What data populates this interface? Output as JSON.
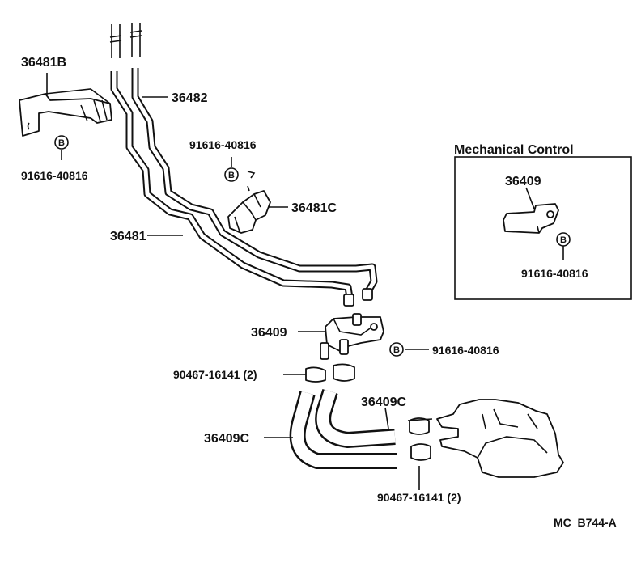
{
  "labels": {
    "p36481B": "36481B",
    "p36482": "36482",
    "bolt_left": "91616-40816",
    "bolt_upper": "91616-40816",
    "p36481C": "36481C",
    "p36481": "36481",
    "p36409_main": "36409",
    "bolt_mid": "91616-40816",
    "clamp_upper": "90467-16141 (2)",
    "p36409C_right": "36409C",
    "p36409C_left": "36409C",
    "clamp_lower": "90467-16141 (2)",
    "bolt_box": "91616-40816",
    "p36409_box": "36409"
  },
  "inset": {
    "title": "Mechanical Control"
  },
  "bolt_symbol": "B",
  "diagram_code": "MC  B744-A"
}
